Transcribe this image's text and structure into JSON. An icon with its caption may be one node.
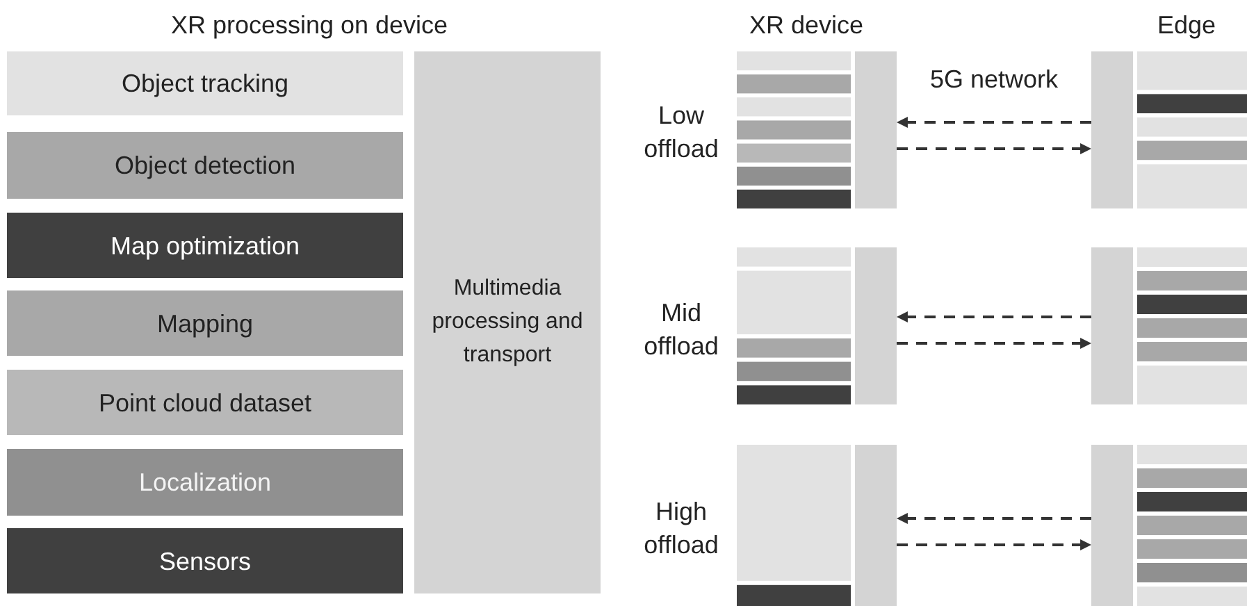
{
  "diagram": {
    "nodes": [
      {
        "text": [
          "Object tracking"
        ]
      },
      {
        "text": [
          "Object detection"
        ]
      },
      {
        "text": [
          "Map optimization"
        ]
      },
      {
        "text": [
          "Mapping"
        ]
      },
      {
        "text": [
          "Point cloud dataset"
        ]
      },
      {
        "text": [
          "Localization"
        ]
      },
      {
        "text": [
          "Sensors"
        ]
      },
      {
        "text": [
          "Multimedia processing and transport"
        ]
      },
      {
        "text": [],
        "shape": "bar"
      },
      {
        "text": [],
        "shape": "bar"
      },
      {
        "text": [],
        "shape": "bar"
      },
      {
        "text": [],
        "shape": "bar"
      },
      {
        "text": [],
        "shape": "bar"
      },
      {
        "text": [],
        "shape": "bar"
      }
    ],
    "edges": [
      {
        "from": 9,
        "to": 8,
        "arrow": "to",
        "style": "dashed"
      },
      {
        "from": 8,
        "to": 9,
        "arrow": "to",
        "style": "dashed"
      },
      {
        "from": 11,
        "to": 10,
        "arrow": "to",
        "style": "dashed"
      },
      {
        "from": 10,
        "to": 11,
        "arrow": "to",
        "style": "dashed"
      },
      {
        "from": 13,
        "to": 12,
        "arrow": "to",
        "style": "dashed"
      },
      {
        "from": 12,
        "to": 13,
        "arrow": "to",
        "style": "dashed"
      }
    ],
    "labels": [
      "XR processing on device",
      "XR device",
      "Edge",
      "5G network",
      "Low offload",
      "Mid offload",
      "High offload"
    ]
  }
}
